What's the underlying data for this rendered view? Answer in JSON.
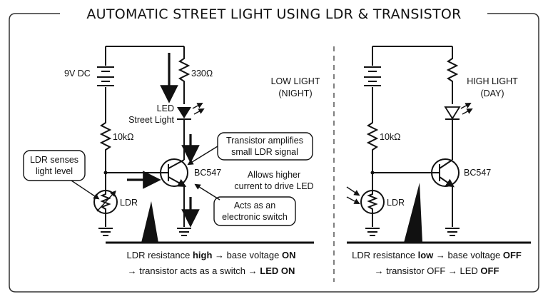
{
  "title": "AUTOMATIC STREET LIGHT USING LDR & TRANSISTOR",
  "left_circuit": {
    "battery_label": "9V DC",
    "resistor_led_label": "330Ω",
    "mode_line1": "LOW LIGHT",
    "mode_line2": "(NIGHT)",
    "led_line1": "LED",
    "led_line2": "Street Light",
    "resistor_ldr_label": "10kΩ",
    "ldr_label": "LDR",
    "transistor_label": "BC547",
    "callout_ldr_line1": "LDR senses",
    "callout_ldr_line2": "light level",
    "callout_amp_line1": "Transistor amplifies",
    "callout_amp_line2": "small LDR signal",
    "note_line1": "Allows higher",
    "note_line2": "current to drive LED",
    "callout_switch_line1": "Acts as an",
    "callout_switch_line2": "electronic switch",
    "caption_line1": {
      "pre": "LDR resistance ",
      "b1": "high",
      "mid": " → base voltage ",
      "b2": "ON"
    },
    "caption_line2": {
      "pre": "→ transistor acts as a switch → ",
      "b1": "LED ON"
    }
  },
  "right_circuit": {
    "mode_line1": "HIGH LIGHT",
    "mode_line2": "(DAY)",
    "resistor_ldr_label": "10kΩ",
    "ldr_label": "LDR",
    "transistor_label": "BC547",
    "caption_line1": {
      "pre": "LDR resistance ",
      "b1": "low",
      "mid": " → base voltage ",
      "b2": "OFF"
    },
    "caption_line2": {
      "pre": "→ transistor OFF → LED ",
      "b1": "OFF"
    }
  }
}
